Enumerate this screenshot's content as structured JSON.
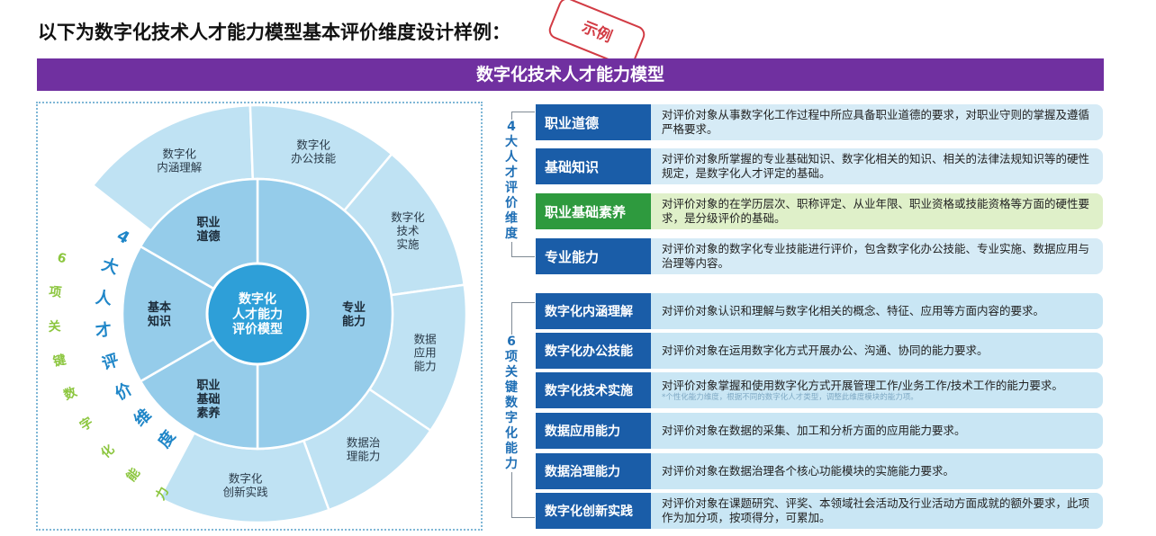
{
  "title": "以下为数字化技术人才能力模型基本评价维度设计样例：",
  "stamp": "示例",
  "banner": "数字化技术人才能力模型",
  "wheel": {
    "center": [
      "数字化",
      "人才能力",
      "评价模型"
    ],
    "inner": [
      {
        "lines": [
          "职业",
          "道德"
        ]
      },
      {
        "lines": [
          "基本",
          "知识"
        ]
      },
      {
        "lines": [
          "职业",
          "基础",
          "素养"
        ]
      },
      {
        "lines": [
          "专业",
          "能力"
        ]
      }
    ],
    "outer": [
      {
        "lines": [
          "数字化",
          "内涵理解"
        ]
      },
      {
        "lines": [
          "数字化",
          "办公技能"
        ]
      },
      {
        "lines": [
          "数字化",
          "技术",
          "实施"
        ]
      },
      {
        "lines": [
          "数据",
          "应用",
          "能力"
        ]
      },
      {
        "lines": [
          "数据治",
          "理能力"
        ]
      },
      {
        "lines": [
          "数字化",
          "创新实践"
        ]
      }
    ],
    "arc_label_1": [
      "4",
      "大",
      "人",
      "才",
      "评",
      "价",
      "维",
      "度"
    ],
    "arc_label_2": [
      "6",
      "项",
      "关",
      "键",
      "数",
      "字",
      "化",
      "能",
      "力"
    ]
  },
  "side_labels": {
    "group1": "4大人才评价维度",
    "group2": "6项关键数字化能力"
  },
  "dimensions": [
    {
      "tag": "职业道德",
      "desc": "对评价对象从事数字化工作过程中所应具备职业道德的要求，对职业守则的掌握及遵循严格要求。"
    },
    {
      "tag": "基础知识",
      "desc": "对评价对象所掌握的专业基础知识、数字化相关的知识、相关的法律法规知识等的硬性规定，是数字化人才评定的基础。"
    },
    {
      "tag": "职业基础素养",
      "desc": "对评价对象的在学历层次、职称评定、从业年限、职业资格或技能资格等方面的硬性要求，是分级评价的基础。"
    },
    {
      "tag": "专业能力",
      "desc": "对评价对象的数字化专业技能进行评价，包含数字化办公技能、专业实施、数据应用与治理等内容。"
    }
  ],
  "abilities": [
    {
      "tag": "数字化内涵理解",
      "desc": "对评价对象认识和理解与数字化相关的概念、特征、应用等方面内容的要求。",
      "note": ""
    },
    {
      "tag": "数字化办公技能",
      "desc": "对评价对象在运用数字化方式开展办公、沟通、协同的能力要求。",
      "note": ""
    },
    {
      "tag": "数字化技术实施",
      "desc": "对评价对象掌握和使用数字化方式开展管理工作/业务工作/技术工作的能力要求。",
      "note": "*个性化能力维度，根据不同的数字化人才类型，调整此维度模块的能力项。"
    },
    {
      "tag": "数据应用能力",
      "desc": "对评价对象在数据的采集、加工和分析方面的应用能力要求。",
      "note": ""
    },
    {
      "tag": "数据治理能力",
      "desc": "对评价对象在数据治理各个核心功能模块的实施能力要求。",
      "note": ""
    },
    {
      "tag": "数字化创新实践",
      "desc": "对评价对象在课题研究、评奖、本领域社会活动及行业活动方面成就的额外要求，此项作为加分项，按项得分，可累加。",
      "note": ""
    }
  ],
  "colors": {
    "purple": "#7030a0",
    "navy": "#1a5da8",
    "green_tag": "#2e9a3e",
    "light_blue": "#d6ebf6",
    "light_green": "#dff0c9",
    "cyan_box": "#c9e6f4",
    "wheel_outer": "#bfe2f3",
    "wheel_mid": "#95ccea",
    "wheel_center": "#2e9fd8",
    "label_blue": "#1f86c8",
    "label_green": "#8cc63f"
  }
}
